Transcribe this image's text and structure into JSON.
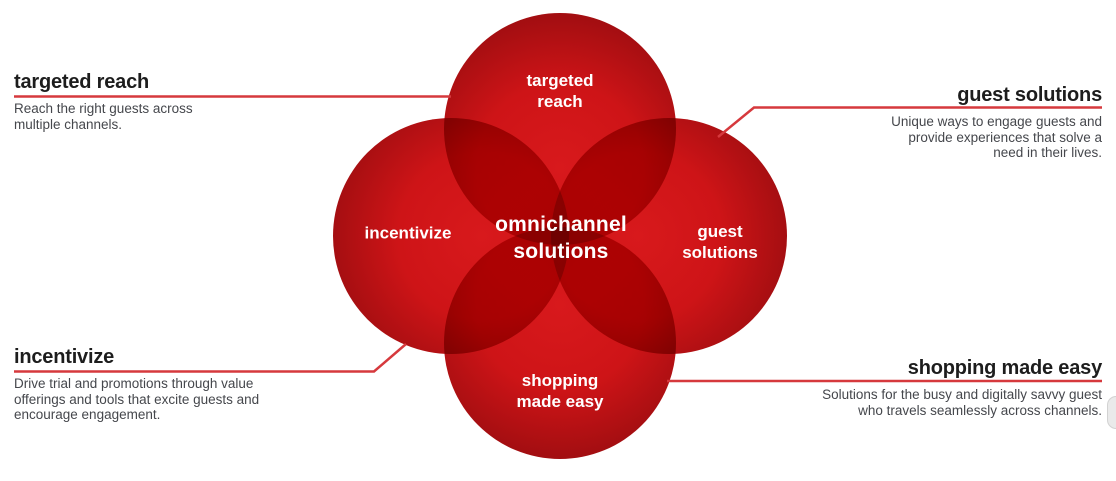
{
  "diagram": {
    "center": {
      "label": "omnichannel solutions",
      "lines": [
        "omnichannel",
        "solutions"
      ]
    },
    "circles": {
      "top": {
        "label": "targeted reach",
        "lines": [
          "targeted",
          "reach"
        ]
      },
      "left": {
        "label": "incentivize",
        "lines": [
          "incentivize"
        ]
      },
      "right": {
        "label": "guest solutions",
        "lines": [
          "guest",
          "solutions"
        ]
      },
      "bottom": {
        "label": "shopping made easy",
        "lines": [
          "shopping",
          "made easy"
        ]
      }
    }
  },
  "annotations": {
    "top_left": {
      "heading": "targeted reach",
      "body": "Reach the right guests across multiple channels.",
      "body_lines": [
        "Reach the right guests across",
        "multiple channels."
      ]
    },
    "top_right": {
      "heading": "guest solutions",
      "body": "Unique ways to engage guests and provide experiences that solve a need in their lives.",
      "body_lines": [
        "Unique ways to engage guests and",
        "provide experiences that solve a",
        "need in their lives."
      ]
    },
    "bottom_left": {
      "heading": "incentivize",
      "body": "Drive trial and promotions through value offerings and tools that excite guests and encourage engagement.",
      "body_lines": [
        "Drive trial and promotions through value",
        "offerings and tools that excite guests and",
        "encourage engagement."
      ]
    },
    "bottom_right": {
      "heading": "shopping made easy",
      "body": "Solutions for the busy and digitally savvy guest who travels seamlessly across channels.",
      "body_lines": [
        "Solutions for the busy and digitally savvy guest",
        "who travels seamlessly across channels."
      ]
    }
  },
  "colors": {
    "circle_red_center": "#d8191c",
    "circle_red_mid": "#ce1417",
    "circle_red_edge": "#a30e11",
    "connector_red": "#d6393d",
    "heading_text": "#1d1d1d",
    "body_text": "#45474c",
    "circle_label_text": "#ffffff",
    "edge_artifact": "#eaeaea"
  }
}
